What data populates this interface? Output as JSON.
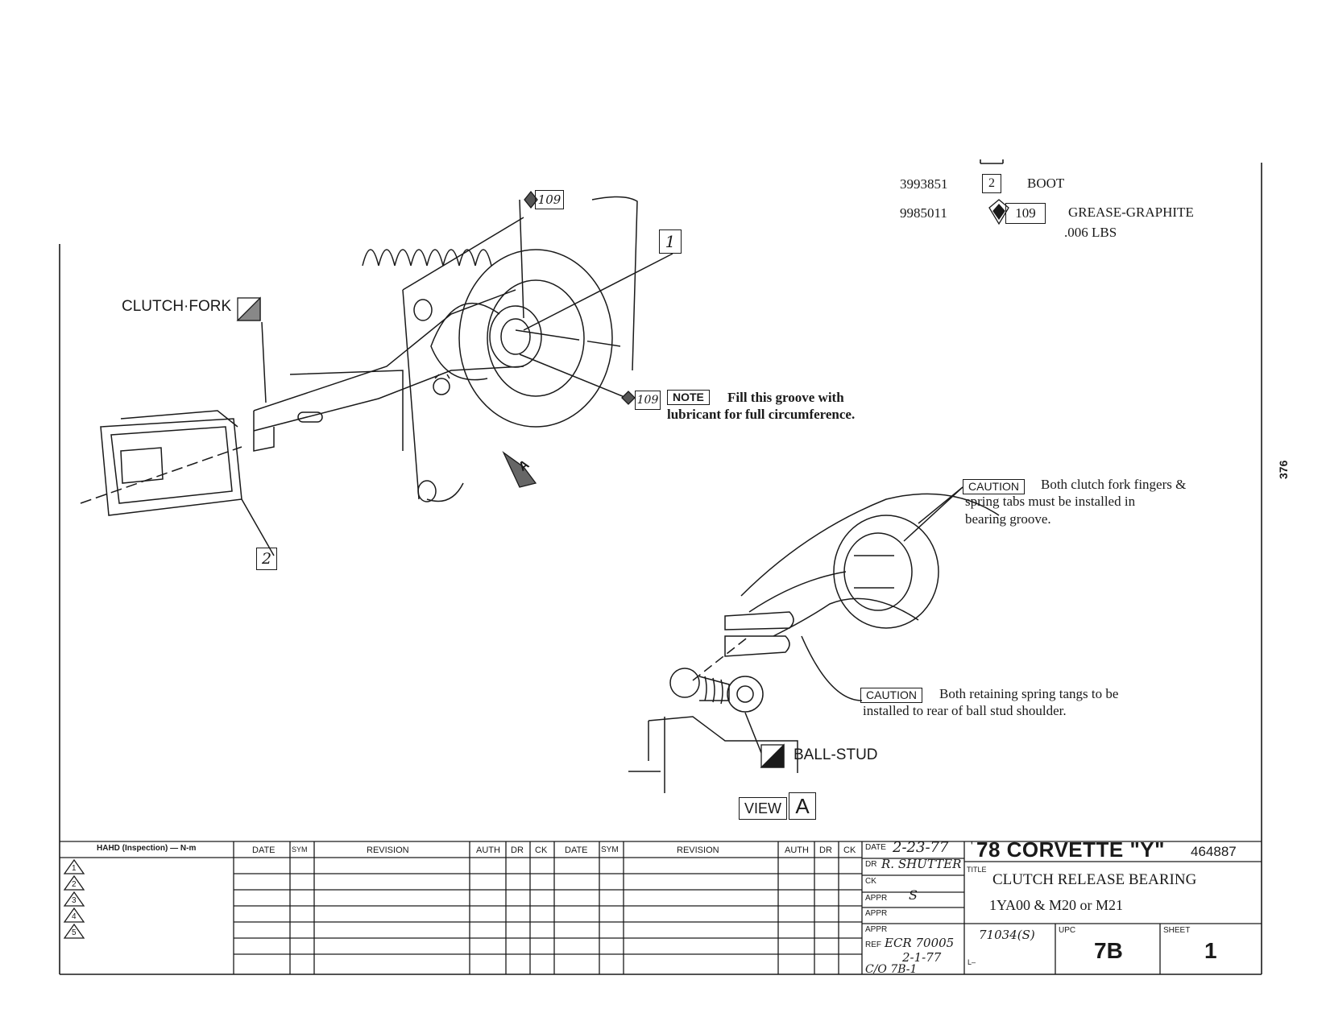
{
  "page_number": "376",
  "parts": [
    {
      "part_no": "3993851",
      "ref": "2",
      "description": "BOOT"
    },
    {
      "part_no": "9985011",
      "ref": "109",
      "description": "GREASE-GRAPHITE",
      "qty": ".006 LBS"
    }
  ],
  "callouts": {
    "clutch_fork": "CLUTCH·FORK",
    "ref_1": "1",
    "ref_2": "2",
    "ref_109_top": "109",
    "ref_109_note": "109",
    "view_marker": "A",
    "ball_stud": "BALL-STUD",
    "view_label": "VIEW",
    "view_letter": "A"
  },
  "notes": {
    "note_tag": "NOTE",
    "note_line1": "Fill this groove with",
    "note_line2": "lubricant for full circumference.",
    "caution1_tag": "CAUTION",
    "caution1_line1": "Both clutch fork fingers &",
    "caution1_line2": "spring tabs must be installed in",
    "caution1_line3": "bearing groove.",
    "caution2_tag": "CAUTION",
    "caution2_line1": "Both retaining spring tangs to be",
    "caution2_line2": "installed to rear of ball stud shoulder."
  },
  "title_block": {
    "torque_header": "HAHD (Inspection) — N-m",
    "revision_cols": [
      "DATE",
      "SYM",
      "REVISION",
      "AUTH",
      "DR",
      "CK",
      "DATE",
      "SYM",
      "REVISION",
      "AUTH",
      "DR",
      "CK"
    ],
    "triangles": [
      "1",
      "2",
      "3",
      "4",
      "5"
    ],
    "date_label": "DATE",
    "date": "2-23-77",
    "dr_label": "DR",
    "dr": "R. SHUTTER",
    "ck_label": "CK",
    "appr_label": "APPR",
    "appr1": "S",
    "appr2_label": "APPR",
    "appr3_label": "APPR",
    "ref_label": "REF",
    "ref_line1": "ECR 70005",
    "ref_line2": "2-1-77",
    "ref_line3": "C/O 7B-1",
    "l_label": "L–",
    "l_value": "71034(S)",
    "year_prefix": "'",
    "vehicle": "78 CORVETTE \"Y\"",
    "drawing_no": "464887",
    "title_label": "TITLE",
    "title": "CLUTCH RELEASE BEARING",
    "subtitle": "1YA00 & M20 or M21",
    "upc_label": "UPC",
    "upc": "7B",
    "sheet_label": "SHEET",
    "sheet": "1"
  }
}
